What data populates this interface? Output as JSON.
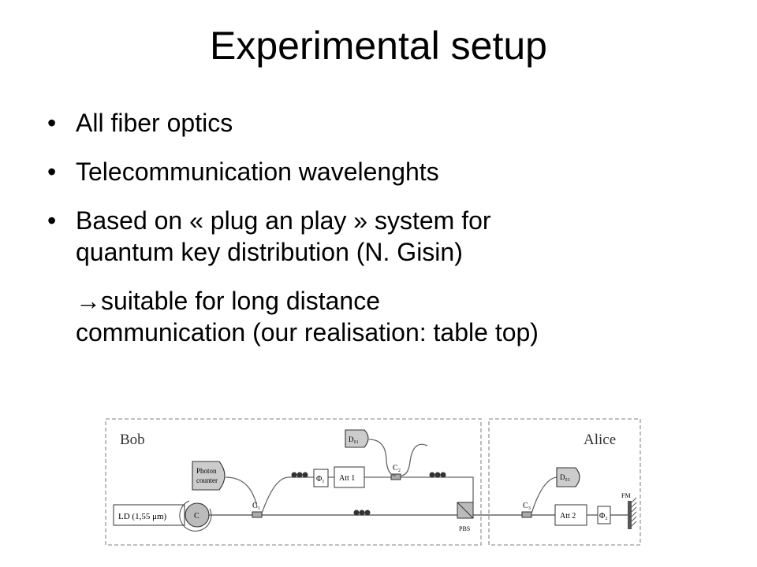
{
  "slide": {
    "title": "Experimental setup",
    "bullets": [
      "All fiber optics",
      "Telecommunication wavelenghts",
      "Based on « plug an play » system for",
      "quantum key distribution (N. Gisin)"
    ],
    "bullet_symbol": "•",
    "note_lines": [
      "→suitable for long distance",
      "communication (our realisation: table top)"
    ]
  },
  "diagram": {
    "bob_label": "Bob",
    "alice_label": "Alice",
    "laser_label": "LD (1,55 μm)",
    "circulator_label": "C",
    "photon_counter_line1": "Photon",
    "photon_counter_line2": "counter",
    "c1_label": "C₁",
    "c2_label": "C₂",
    "c3_label": "C₃",
    "phi1_label": "Φ₁",
    "phi2_label": "Φ₂",
    "att1_label": "Att 1",
    "att2_label": "Att 2",
    "da_label": "D₀₁",
    "db_label": "D₀₃",
    "pbs_label": "PBS",
    "fm_label": "FM"
  }
}
